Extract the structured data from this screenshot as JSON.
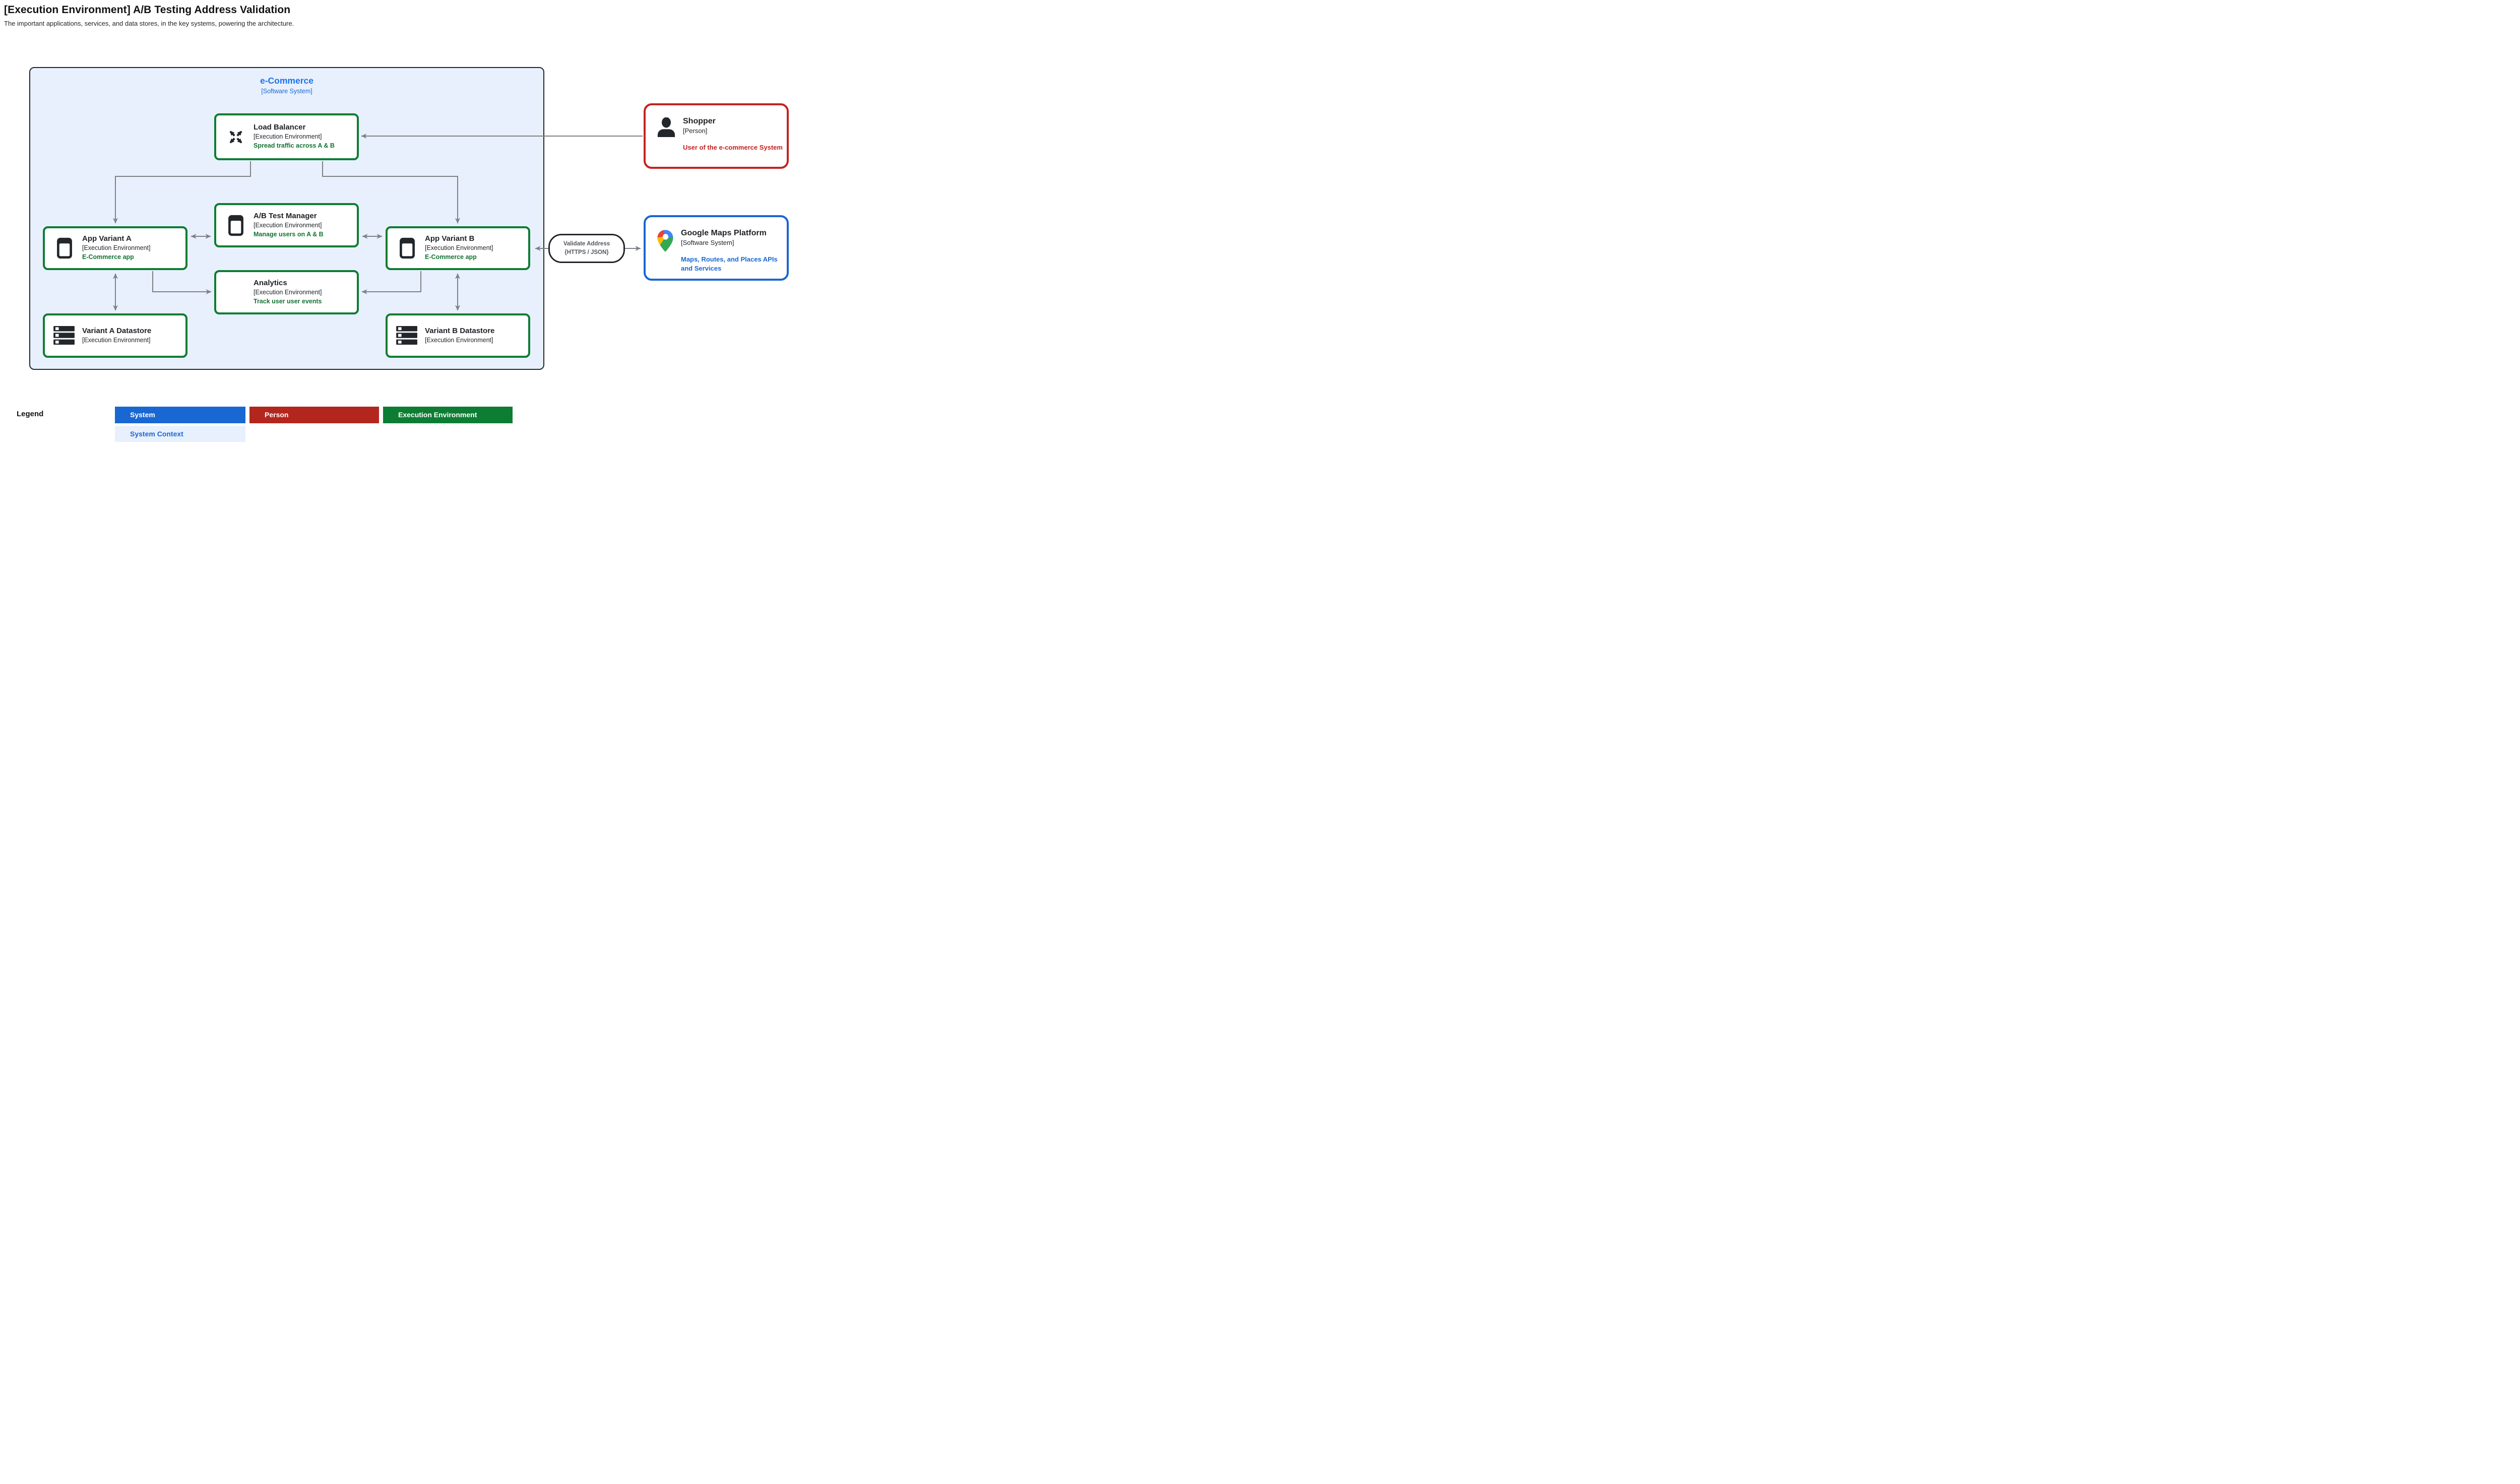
{
  "page": {
    "title": "[Execution Environment] A/B Testing Address Validation",
    "subtitle": "The important applications, services, and data stores, in the key systems, powering the architecture."
  },
  "boundary": {
    "title": "e-Commerce",
    "meta": "[Software System]"
  },
  "nodes": {
    "load_balancer": {
      "title": "Load Balancer",
      "meta": "[Execution Environment]",
      "desc": "Spread traffic across A & B",
      "icon": "spread-arrows-icon"
    },
    "ab_test_manager": {
      "title": "A/B Test Manager",
      "meta": "[Execution Environment]",
      "desc": "Manage users on A & B",
      "icon": "app-icon"
    },
    "app_variant_a": {
      "title": "App Variant A",
      "meta": "[Execution Environment]",
      "desc": "E-Commerce app",
      "icon": "app-icon"
    },
    "app_variant_b": {
      "title": "App Variant B",
      "meta": "[Execution Environment]",
      "desc": "E-Commerce app",
      "icon": "app-icon"
    },
    "analytics": {
      "title": "Analytics",
      "meta": "[Execution Environment]",
      "desc": "Track user user events",
      "icon": "none"
    },
    "variant_a_datastore": {
      "title": "Variant A Datastore",
      "meta": "[Execution Environment]",
      "icon": "datastore-icon"
    },
    "variant_b_datastore": {
      "title": "Variant B Datastore",
      "meta": "[Execution Environment]",
      "icon": "datastore-icon"
    },
    "shopper": {
      "title": "Shopper",
      "meta": "[Person]",
      "desc": "User of the e-commerce System",
      "icon": "person-icon"
    },
    "google_maps": {
      "title": "Google Maps Platform",
      "meta": "[Software System]",
      "desc": "Maps, Routes, and Places APIs and Services",
      "icon": "google-maps-pin-icon"
    }
  },
  "edge_labels": {
    "validate_address": {
      "line1": "Validate Address",
      "line2": "{HTTPS / JSON}"
    }
  },
  "legend": {
    "label": "Legend",
    "items": [
      {
        "label": "System",
        "color": "#1967d2",
        "text_color": "#ffffff"
      },
      {
        "label": "Person",
        "color": "#b3261e",
        "text_color": "#ffffff"
      },
      {
        "label": "Execution Environment",
        "color": "#0d7d33",
        "text_color": "#ffffff"
      },
      {
        "label": "System Context",
        "color": "#e8f0fe",
        "text_color": "#1967d2"
      }
    ]
  },
  "colors": {
    "boundary_fill": "#e8f0fe",
    "boundary_border": "#23272b",
    "exec_env_green": "#0d7d33",
    "green_text": "#137333",
    "system_blue": "#1967d2",
    "blue_text": "#1a73e8",
    "person_red": "#c5221f",
    "connector_gray": "#7d8186",
    "dark_text": "#1f2126"
  }
}
